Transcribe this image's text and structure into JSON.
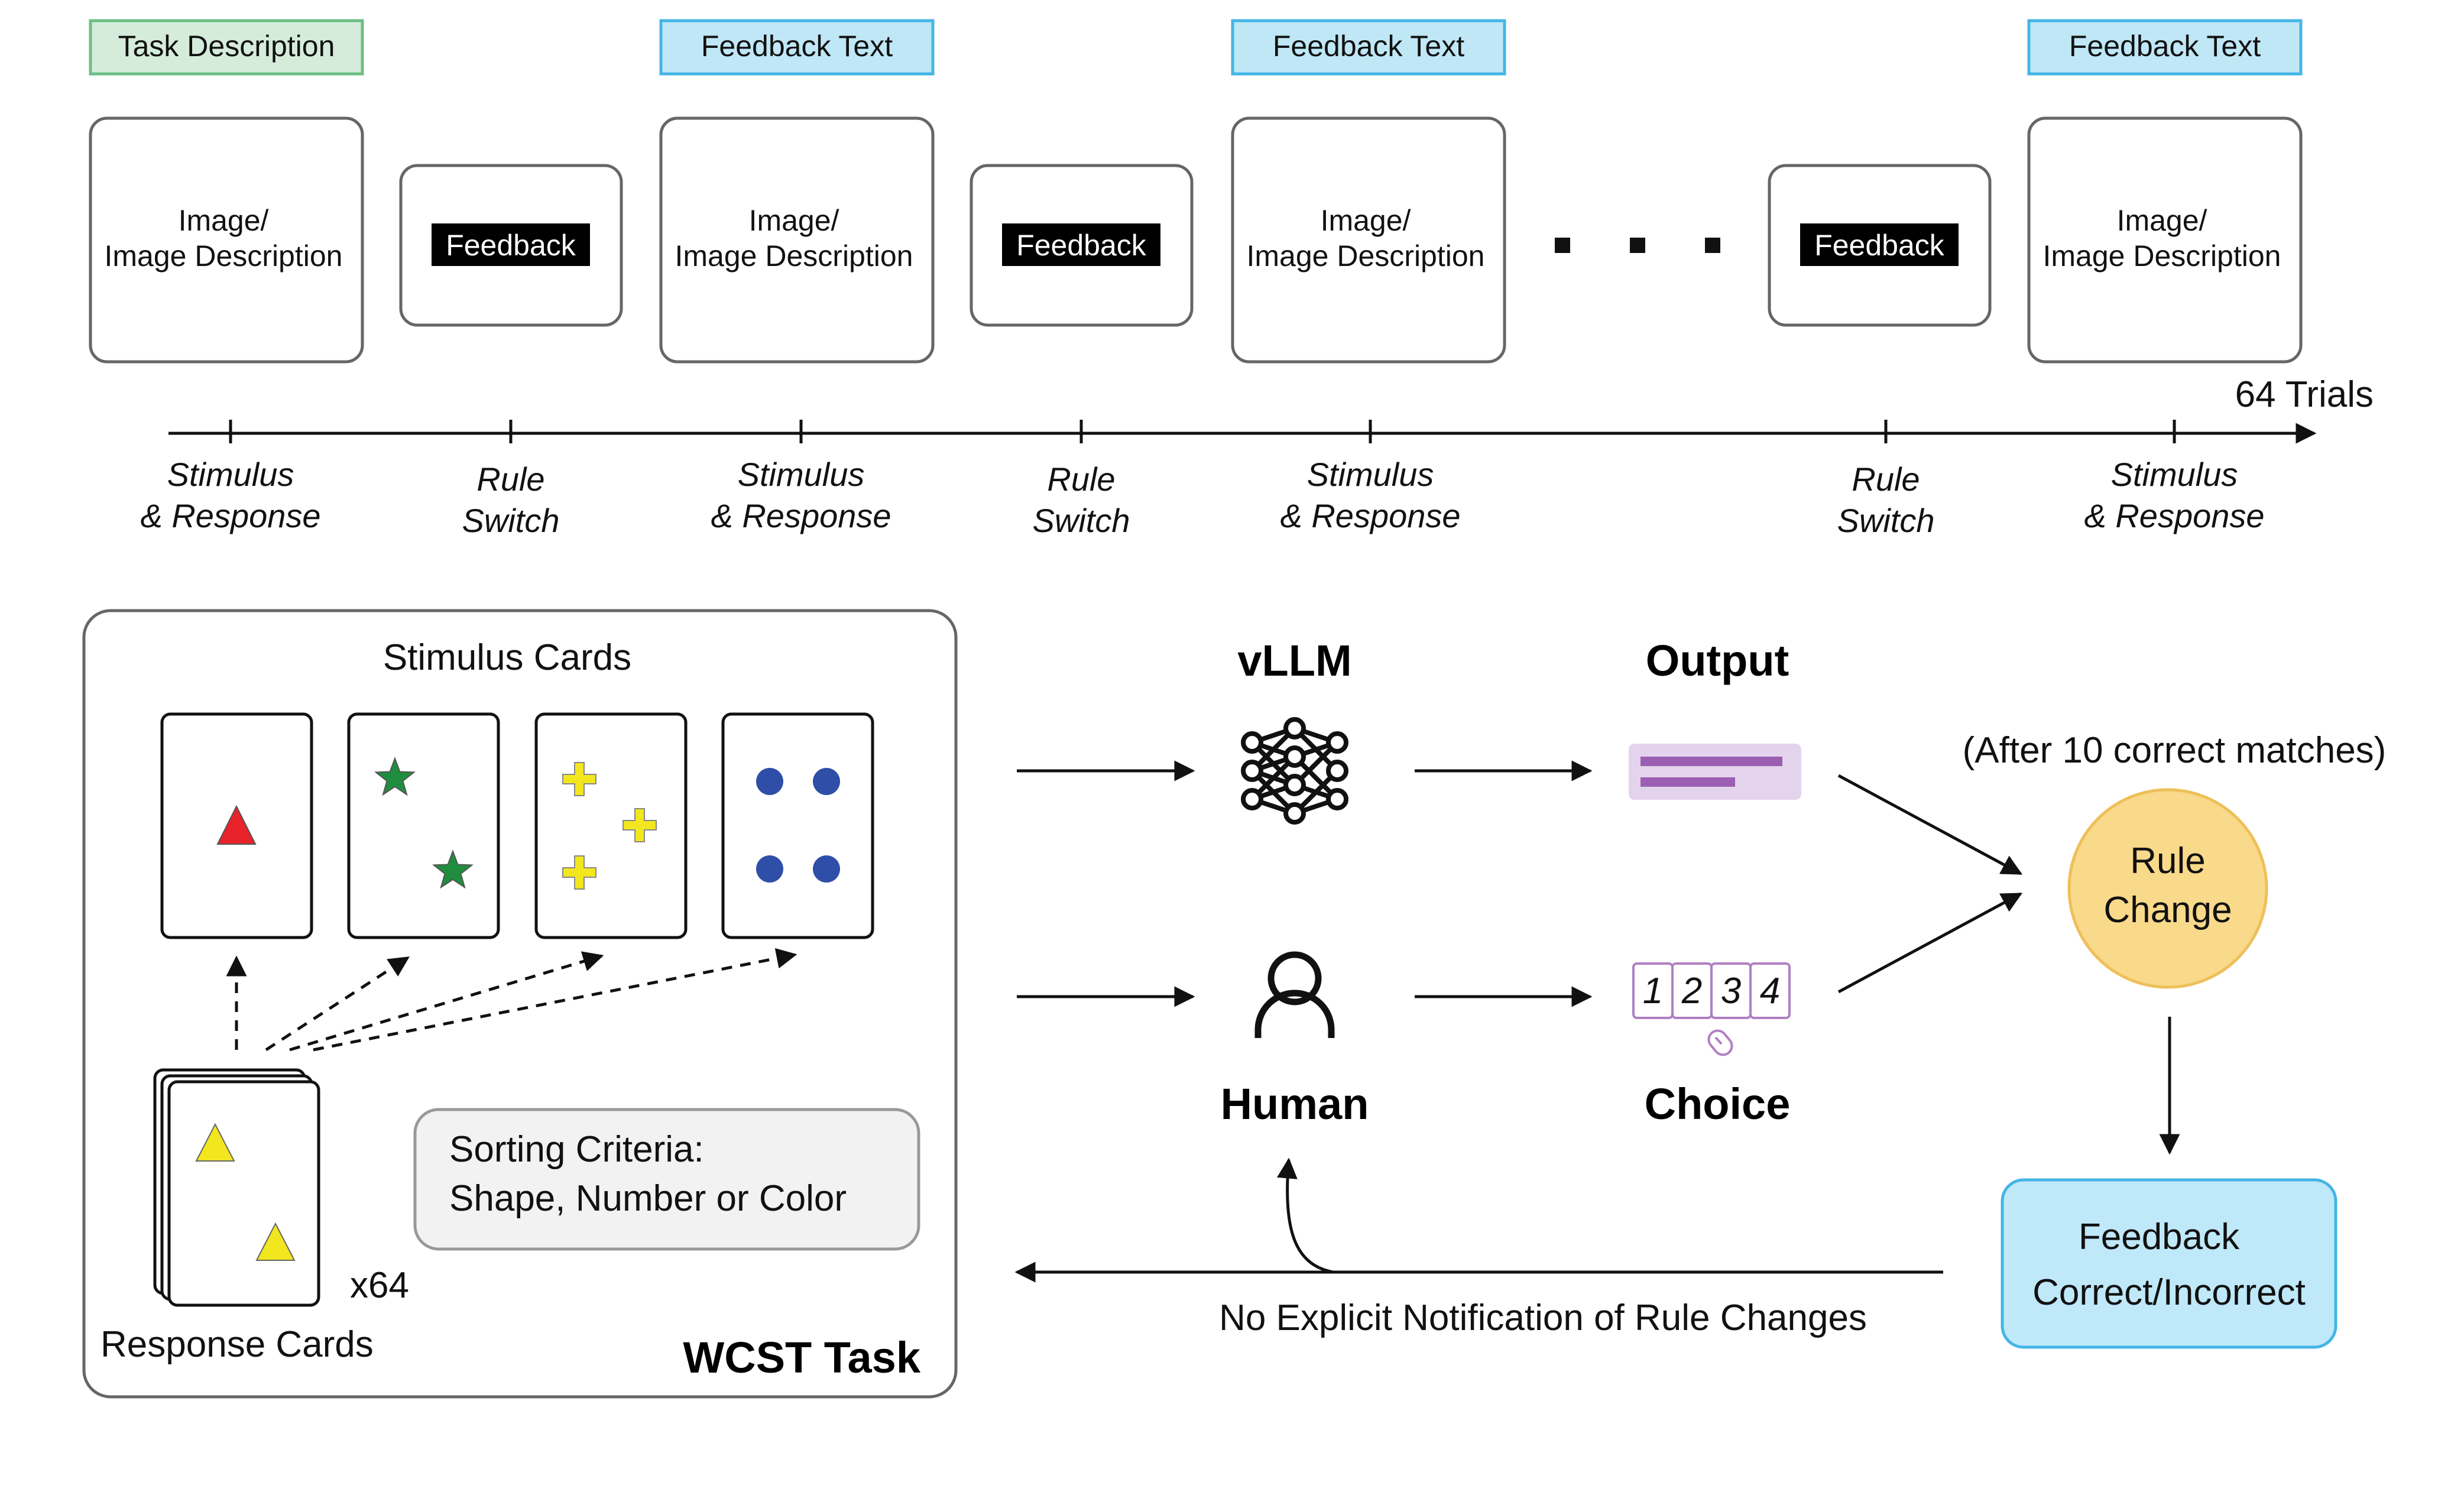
{
  "timeline": {
    "top_labels": {
      "task": "Task Description",
      "feedback": "Feedback Text"
    },
    "card_text": {
      "line1": "Image/",
      "line2": "Image Description"
    },
    "feedback_label": "Feedback",
    "trials_label": "64 Trials",
    "axis_labels": {
      "stim_line1": "Stimulus",
      "stim_line2": "& Response",
      "rule_line1": "Rule",
      "rule_line2": "Switch"
    }
  },
  "wcst": {
    "stimulus_title": "Stimulus Cards",
    "response_label": "Response Cards",
    "count_label": "x64",
    "criteria_line1": "Sorting Criteria:",
    "criteria_line2": "Shape, Number or Color",
    "task_label": "WCST Task"
  },
  "flow": {
    "vllm_label": "vLLM",
    "output_label": "Output",
    "human_label": "Human",
    "choice_label": "Choice",
    "choice_options": [
      "1",
      "2",
      "3",
      "4"
    ],
    "after_label": "(After 10 correct matches)",
    "rule_change_line1": "Rule",
    "rule_change_line2": "Change",
    "feedback_line1": "Feedback",
    "feedback_line2": "Correct/Incorrect",
    "notification_label": "No Explicit Notification of Rule Changes"
  },
  "colors": {
    "task_box_fill": "#d5ecdb",
    "task_box_stroke": "#6bbf84",
    "feedback_box_fill": "#bfe7f6",
    "feedback_box_stroke": "#44b5e6",
    "rule_change_fill": "#f9d98a",
    "rule_change_stroke": "#eec05a",
    "feedback_final_fill": "#bfe8f8",
    "feedback_final_stroke": "#44b5e6",
    "output_purple": "#b07fc2",
    "red": "#e8232a",
    "green": "#1e8e3e",
    "yellow": "#f2e61f",
    "blue": "#2f4ea8"
  }
}
